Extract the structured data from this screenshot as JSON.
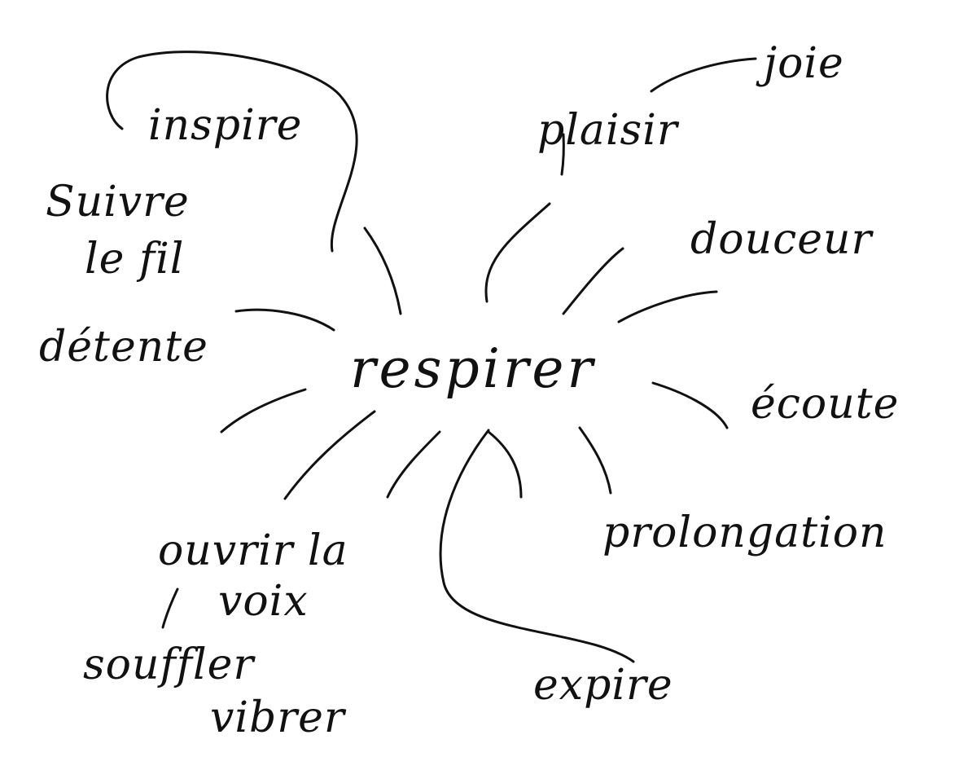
{
  "center": "respirer",
  "words": {
    "inspire": "inspire",
    "suivre": "Suivre",
    "le_fil": "le fil",
    "detente": "détente",
    "plaisir": "plaisir",
    "joie": "joie",
    "douceur": "douceur",
    "ecoute": "écoute",
    "prolongation": "prolongation",
    "ouvrir_la": "ouvrir la",
    "voix": "voix",
    "souffler": "souffler",
    "vibrer": "vibrer",
    "expire": "expire"
  },
  "colors": {
    "ink": "#111111",
    "paper": "#ffffff"
  }
}
